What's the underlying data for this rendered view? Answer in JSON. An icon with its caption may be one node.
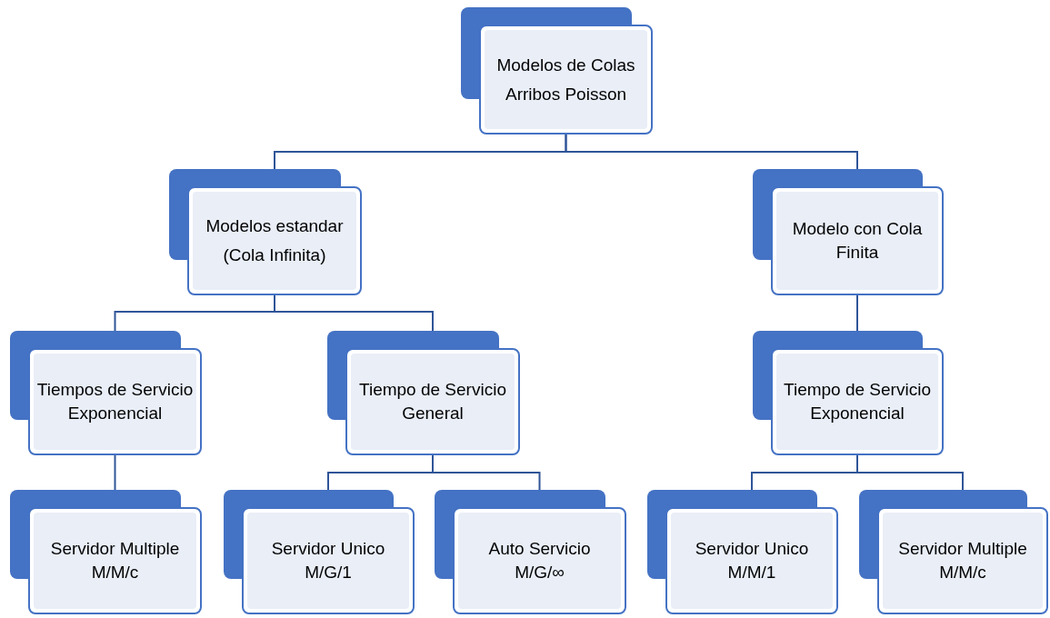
{
  "diagram": {
    "nodes": [
      {
        "text": [
          "Modelos de Colas",
          "Arribos Poisson"
        ]
      },
      {
        "text": [
          "Modelos estandar",
          "(Cola Infinita)"
        ]
      },
      {
        "text": [
          "Modelo con Cola Finita"
        ]
      },
      {
        "text": [
          "Tiempos de Servicio Exponencial"
        ]
      },
      {
        "text": [
          "Tiempo de Servicio General"
        ]
      },
      {
        "text": [
          "Tiempo de Servicio Exponencial"
        ]
      },
      {
        "text": [
          "Servidor Multiple",
          "M/M/c"
        ]
      },
      {
        "text": [
          "Servidor Unico",
          "M/G/1"
        ]
      },
      {
        "text": [
          "Auto Servicio",
          "M/G/∞"
        ]
      },
      {
        "text": [
          "Servidor Unico",
          "M/M/1"
        ]
      },
      {
        "text": [
          "Servidor Multiple",
          "M/M/c"
        ]
      }
    ],
    "edges": [
      {
        "from": 0,
        "to": 1,
        "arrow": "none"
      },
      {
        "from": 0,
        "to": 2,
        "arrow": "none"
      },
      {
        "from": 1,
        "to": 3,
        "arrow": "none"
      },
      {
        "from": 1,
        "to": 4,
        "arrow": "none"
      },
      {
        "from": 2,
        "to": 5,
        "arrow": "none"
      },
      {
        "from": 3,
        "to": 6,
        "arrow": "none"
      },
      {
        "from": 4,
        "to": 7,
        "arrow": "none"
      },
      {
        "from": 4,
        "to": 8,
        "arrow": "none"
      },
      {
        "from": 5,
        "to": 9,
        "arrow": "none"
      },
      {
        "from": 5,
        "to": 10,
        "arrow": "none"
      }
    ]
  }
}
